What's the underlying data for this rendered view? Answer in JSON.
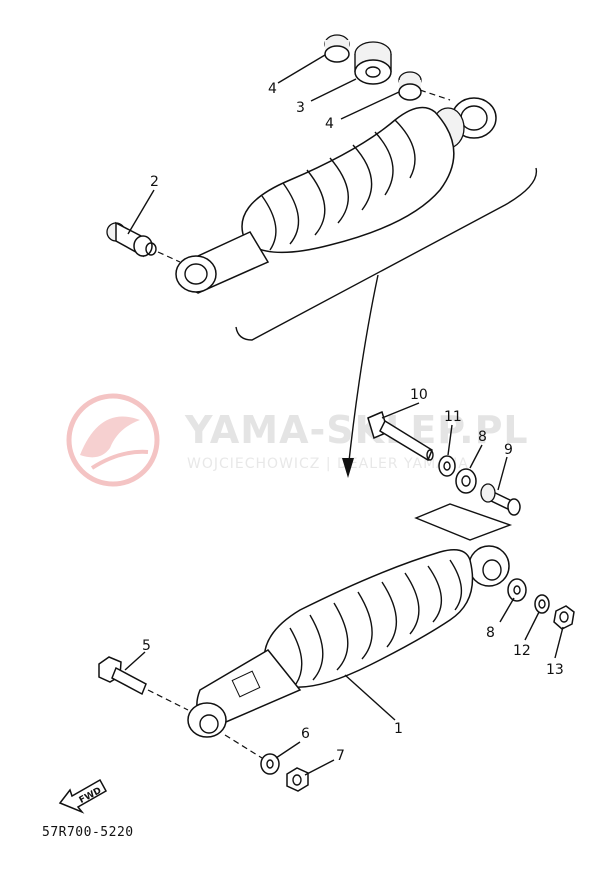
{
  "diagram": {
    "code": "57R700-5220",
    "direction_label": "FWD",
    "callouts": {
      "c2": "2",
      "c3": "3",
      "c4a": "4",
      "c4b": "4",
      "c5": "5",
      "c6": "6",
      "c7": "7",
      "c8a": "8",
      "c8b": "8",
      "c9": "9",
      "c10": "10",
      "c11": "11",
      "c12": "12",
      "c13": "13",
      "c1": "1"
    }
  },
  "watermark": {
    "brand": "YAMA-SKLEP.PL",
    "tagline": "WOJCIECHOWICZ | DEALER YAMAHA"
  }
}
